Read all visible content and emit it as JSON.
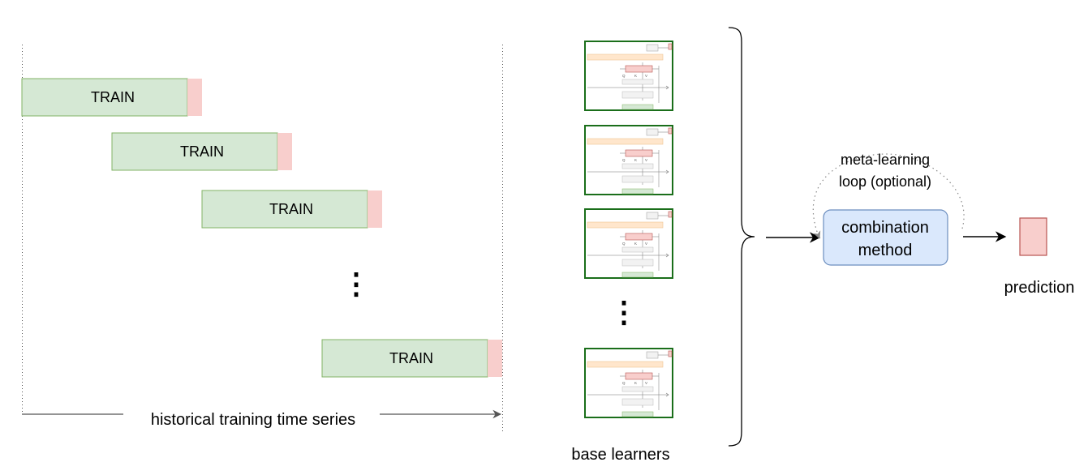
{
  "train_windows": [
    {
      "label": "TRAIN"
    },
    {
      "label": "TRAIN"
    },
    {
      "label": "TRAIN"
    },
    {
      "label": "TRAIN"
    }
  ],
  "ellipsis_glyph": "⋮",
  "timeline_label": "historical training time series",
  "base_learners_label": "base learners",
  "combination": {
    "line1": "combination",
    "line2": "method"
  },
  "meta_loop": {
    "line1": "meta-learning",
    "line2": "loop (optional)"
  },
  "prediction_label": "prediction",
  "colors": {
    "train_fill": "#d5e8d4",
    "train_stroke": "#82b366",
    "forecast_fill": "#f8cecc",
    "forecast_stroke": "#b85450",
    "learner_border": "#1a6e1a",
    "combination_fill": "#dae8fc",
    "combination_stroke": "#6c8ebf",
    "muted_text": "#888888"
  }
}
